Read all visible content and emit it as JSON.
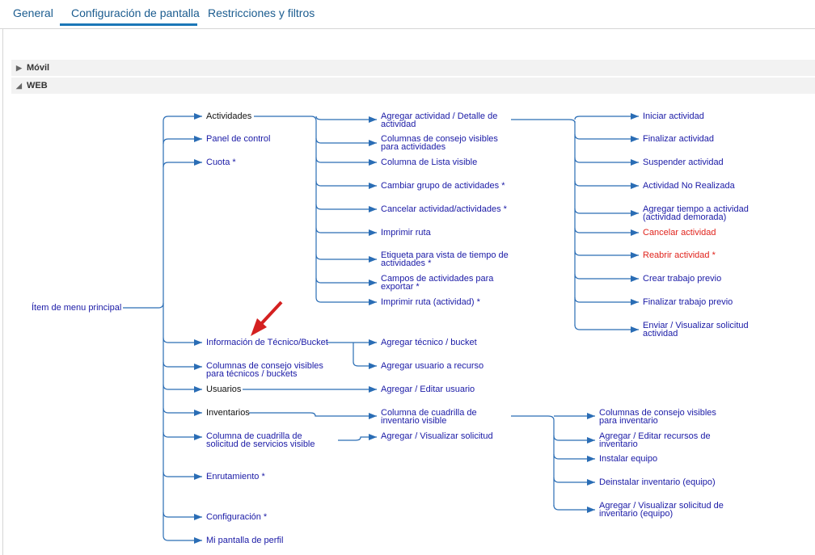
{
  "tabs": [
    "General",
    "Configuración de pantalla",
    "Restricciones y filtros"
  ],
  "sections": {
    "movil": "Móvil",
    "web": "WEB"
  },
  "tree": {
    "root": "Ítem de menu principal",
    "l1": {
      "actividades": "Actividades",
      "panel": "Panel de control",
      "cuota": "Cuota *",
      "info_tecnico": "Información de Técnico/Bucket",
      "columnas_tecnicos": [
        "Columnas de consejo visibles",
        "para técnicos / buckets"
      ],
      "usuarios": "Usuarios",
      "inventarios": "Inventarios",
      "columna_cuadrilla": [
        "Columna de cuadrilla de",
        "solicitud de servicios visible"
      ],
      "enrutamiento": "Enrutamiento *",
      "configuracion": "Configuración *",
      "mi_pantalla": "Mi pantalla de perfil"
    },
    "actividades_children": {
      "agregar_actividad": [
        "Agregar actividad / Detalle de",
        "actividad"
      ],
      "columnas_consejo": [
        "Columnas de consejo visibles",
        "para actividades"
      ],
      "columna_lista": "Columna de Lista visible",
      "cambiar_grupo": "Cambiar grupo de actividades *",
      "cancelar_actividades": "Cancelar actividad/actividades *",
      "imprimir_ruta": "Imprimir ruta",
      "etiqueta": [
        "Etiqueta para vista de tiempo de",
        "actividades *"
      ],
      "campos": [
        "Campos de actividades para",
        "exportar *"
      ],
      "imprimir_ruta_act": "Imprimir ruta (actividad) *"
    },
    "detalle_children": {
      "iniciar": "Iniciar actividad",
      "finalizar": "Finalizar actividad",
      "suspender": "Suspender actividad",
      "no_realizada": "Actividad No Realizada",
      "agregar_tiempo": [
        "Agregar tiempo a actividad",
        "(actividad demorada)"
      ],
      "cancelar": "Cancelar actividad",
      "reabrir": "Reabrir actividad *",
      "crear_previo": "Crear trabajo previo",
      "finalizar_previo": "Finalizar trabajo previo",
      "enviar_solicitud": [
        "Enviar / Visualizar solicitud",
        "actividad"
      ]
    },
    "tecnico_children": {
      "agregar_tecnico": "Agregar técnico / bucket",
      "agregar_usuario_recurso": "Agregar usuario a recurso"
    },
    "usuarios_children": {
      "agregar_editar_usuario": "Agregar / Editar usuario"
    },
    "inventarios_children": {
      "columna_inventario": [
        "Columna de cuadrilla de",
        "inventario visible"
      ]
    },
    "cuadrilla_children": {
      "agregar_visualizar_solicitud": "Agregar / Visualizar solicitud"
    },
    "inventario_children": {
      "columnas_inventario": [
        "Columnas de consejo visibles",
        "para inventario"
      ],
      "editar_recursos": [
        "Agregar / Editar recursos de",
        "inventario"
      ],
      "instalar": "Instalar equipo",
      "deinstalar": "Deinstalar inventario (equipo)",
      "solicitud_inventario": [
        "Agregar / Visualizar solicitud de",
        "inventario (equipo)"
      ]
    }
  },
  "colors": {
    "link": "#1a1aa6",
    "red": "#e0231c",
    "line": "#2a6db5",
    "tab_active": "#1b77b7"
  }
}
